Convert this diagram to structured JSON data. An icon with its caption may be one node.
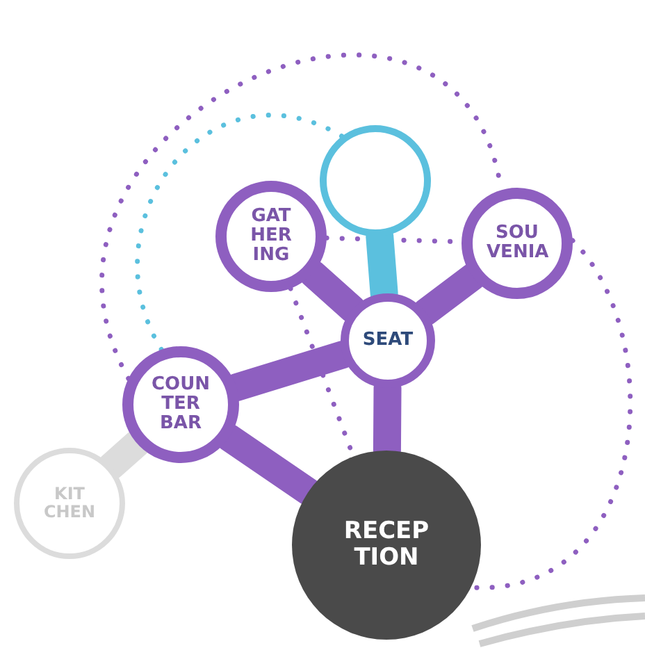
{
  "diagram": {
    "nodes": [
      {
        "text": [],
        "shape": "circle"
      },
      {
        "text": [
          "GAT HER ING"
        ]
      },
      {
        "text": [
          "SOU VENIA"
        ]
      },
      {
        "text": [
          "SEAT"
        ]
      },
      {
        "text": [
          "COUN TER BAR"
        ]
      },
      {
        "text": [
          "KIT CHEN"
        ]
      },
      {
        "text": [
          "RECEP TION"
        ]
      }
    ],
    "edges": [
      {
        "from": 0,
        "to": 3,
        "arrow": "none",
        "color": "#5bc0de"
      },
      {
        "from": 1,
        "to": 3,
        "arrow": "none"
      },
      {
        "from": 2,
        "to": 3,
        "arrow": "none"
      },
      {
        "from": 4,
        "to": 3,
        "arrow": "none"
      },
      {
        "from": 4,
        "to": 6,
        "arrow": "none"
      },
      {
        "from": 3,
        "to": 6,
        "arrow": "none"
      },
      {
        "from": 5,
        "to": 4,
        "arrow": "none",
        "color": "#dcdcdc"
      },
      {
        "from": 1,
        "to": 2,
        "arrow": "none",
        "style": "dashed"
      },
      {
        "from": 4,
        "to": 0,
        "arrow": "none",
        "style": "dashed",
        "color": "#5bc0de"
      },
      {
        "from": 4,
        "to": 2,
        "arrow": "none",
        "style": "dashed"
      },
      {
        "from": 2,
        "to": 6,
        "arrow": "none",
        "style": "dashed"
      },
      {
        "from": 1,
        "to": 6,
        "arrow": "none",
        "style": "dashed"
      }
    ]
  }
}
